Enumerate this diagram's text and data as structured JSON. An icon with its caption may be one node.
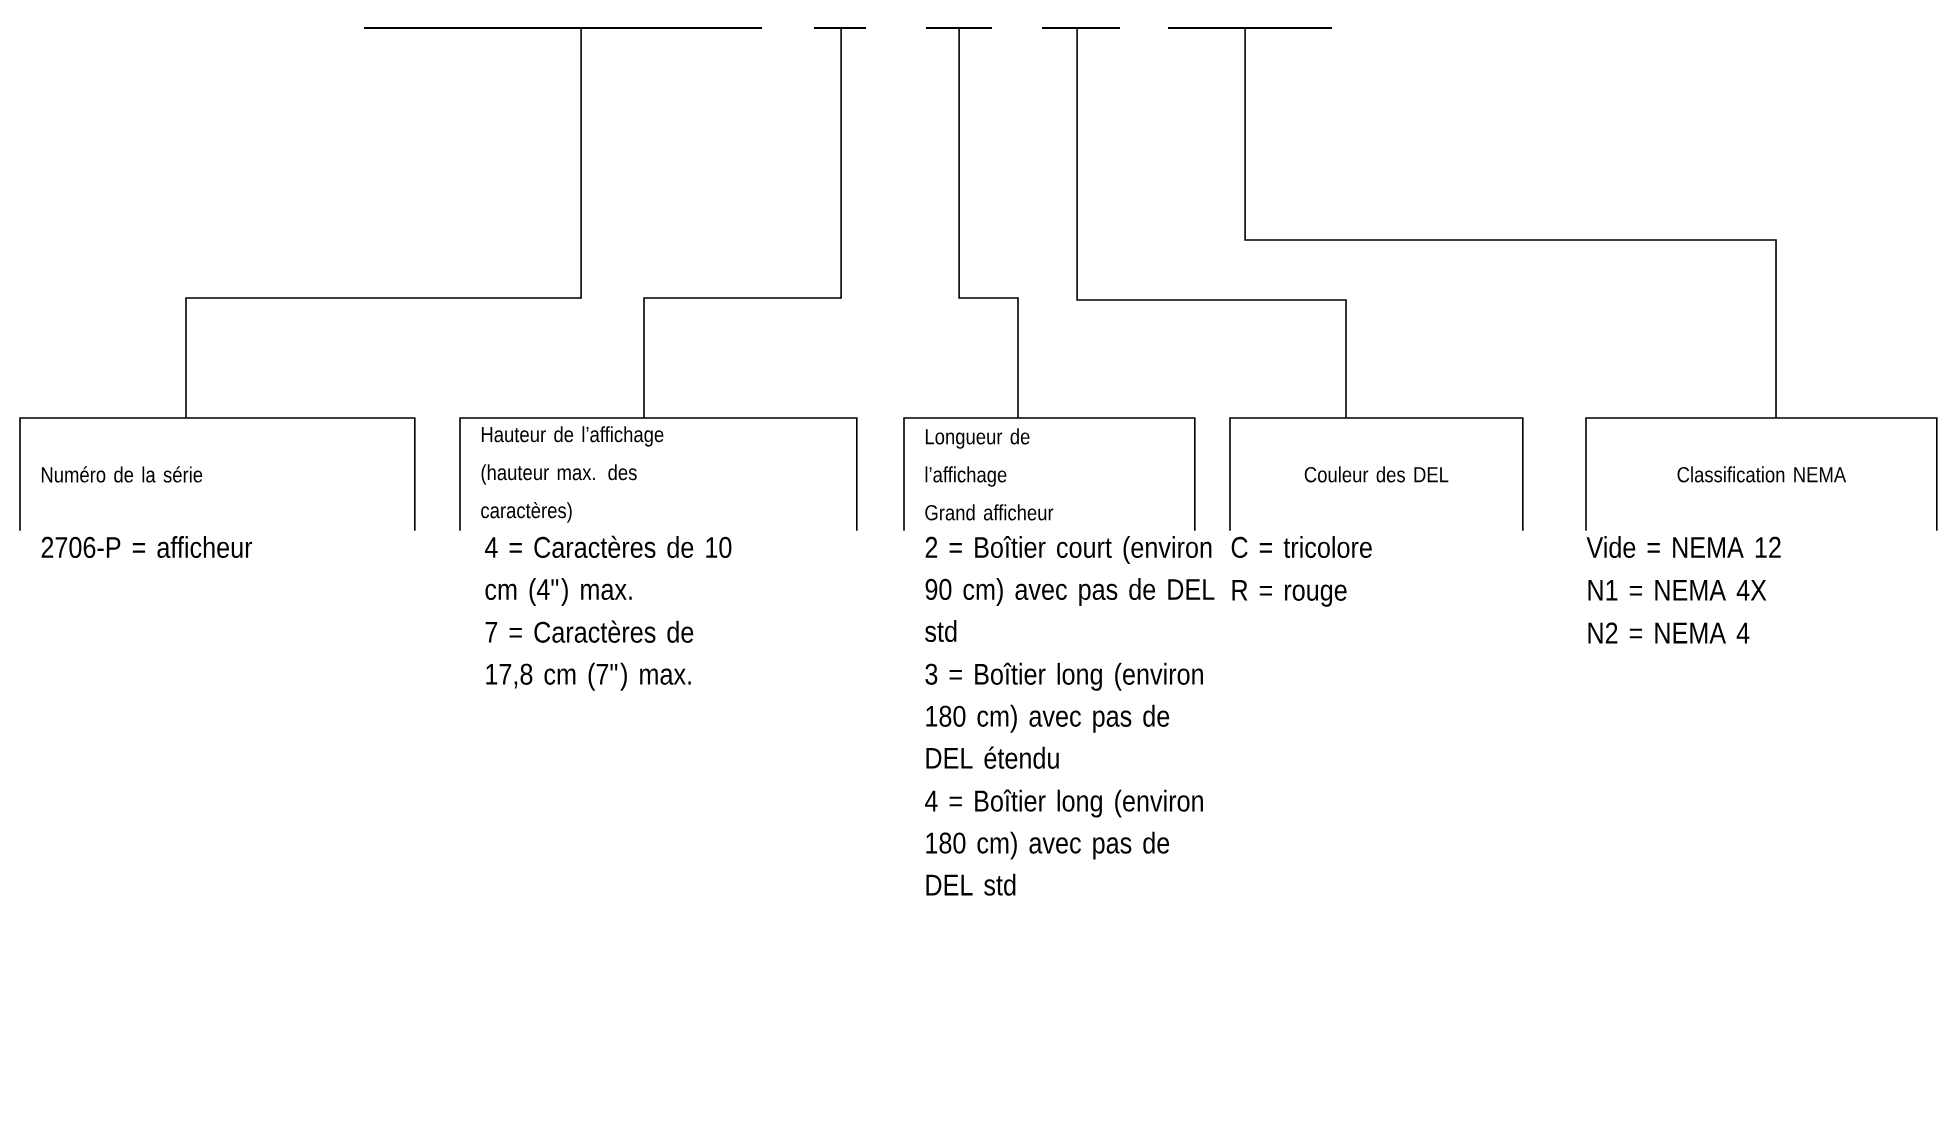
{
  "diagram": {
    "nodes": [
      {
        "text": [],
        "shape": "bar"
      },
      {
        "text": [],
        "shape": "bar"
      },
      {
        "text": [],
        "shape": "bar"
      },
      {
        "text": [],
        "shape": "bar"
      },
      {
        "text": [],
        "shape": "bar"
      },
      {
        "text": [
          "Numéro de la série"
        ],
        "beside": [
          "2706-P = afficheur"
        ]
      },
      {
        "text": [
          "Hauteur de l’affichage (hauteur max. des caractères)"
        ],
        "beside": [
          "4 = Caractères de 10 cm (4\") max.",
          "7 = Caractères de 17,8 cm (7\") max."
        ]
      },
      {
        "text": [
          "Longueur de l’affichage",
          "Grand afficheur"
        ],
        "beside": [
          "2 = Boîtier court (environ 90 cm) avec pas de DEL std",
          "3 = Boîtier long (environ 180 cm) avec pas de DEL étendu",
          "4 = Boîtier long (environ 180 cm) avec pas de DEL std"
        ]
      },
      {
        "text": [
          "Couleur des DEL"
        ],
        "beside": [
          "C = tricolore",
          "R = rouge"
        ]
      },
      {
        "text": [
          "Classification NEMA"
        ],
        "beside": [
          "Vide = NEMA 12",
          "N1 = NEMA 4X",
          "N2 = NEMA 4"
        ]
      }
    ],
    "edges": [
      {
        "from": 0,
        "to": 5,
        "arrow": "none"
      },
      {
        "from": 1,
        "to": 6,
        "arrow": "none"
      },
      {
        "from": 2,
        "to": 7,
        "arrow": "none"
      },
      {
        "from": 3,
        "to": 8,
        "arrow": "none"
      },
      {
        "from": 4,
        "to": 9,
        "arrow": "none"
      }
    ]
  }
}
